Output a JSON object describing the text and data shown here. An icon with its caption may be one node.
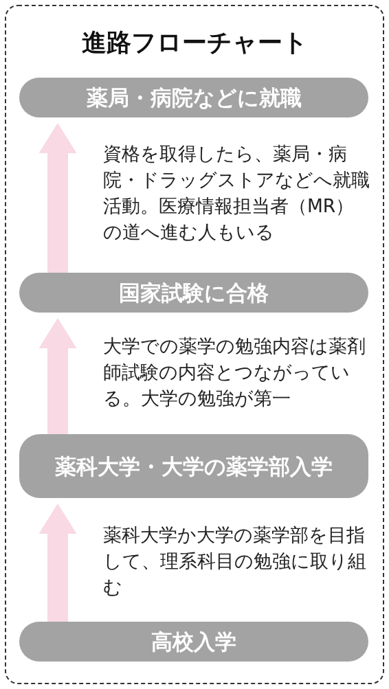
{
  "diagram": {
    "title": "進路フローチャート",
    "nodes": [
      {
        "text": [
          "薬局・病院などに就職"
        ]
      },
      {
        "text": [
          "国家試験に合格"
        ]
      },
      {
        "text": [
          "薬科大学・大学の薬学部入学"
        ]
      },
      {
        "text": [
          "高校入学"
        ]
      }
    ],
    "edges": [
      {
        "from": 3,
        "to": 2,
        "arrow": "to",
        "label": "薬科大学か大学の薬学部を目指して、理系科目の勉強に取り組む"
      },
      {
        "from": 2,
        "to": 1,
        "arrow": "to",
        "label": "大学での薬学の勉強内容は薬剤師試験の内容とつながっている。大学の勉強が第一"
      },
      {
        "from": 1,
        "to": 0,
        "arrow": "to",
        "label": "資格を取得したら、薬局・病院・ドラッグストアなどへ就職活動。医療情報担当者（MR）の道へ進む人もいる"
      }
    ]
  }
}
